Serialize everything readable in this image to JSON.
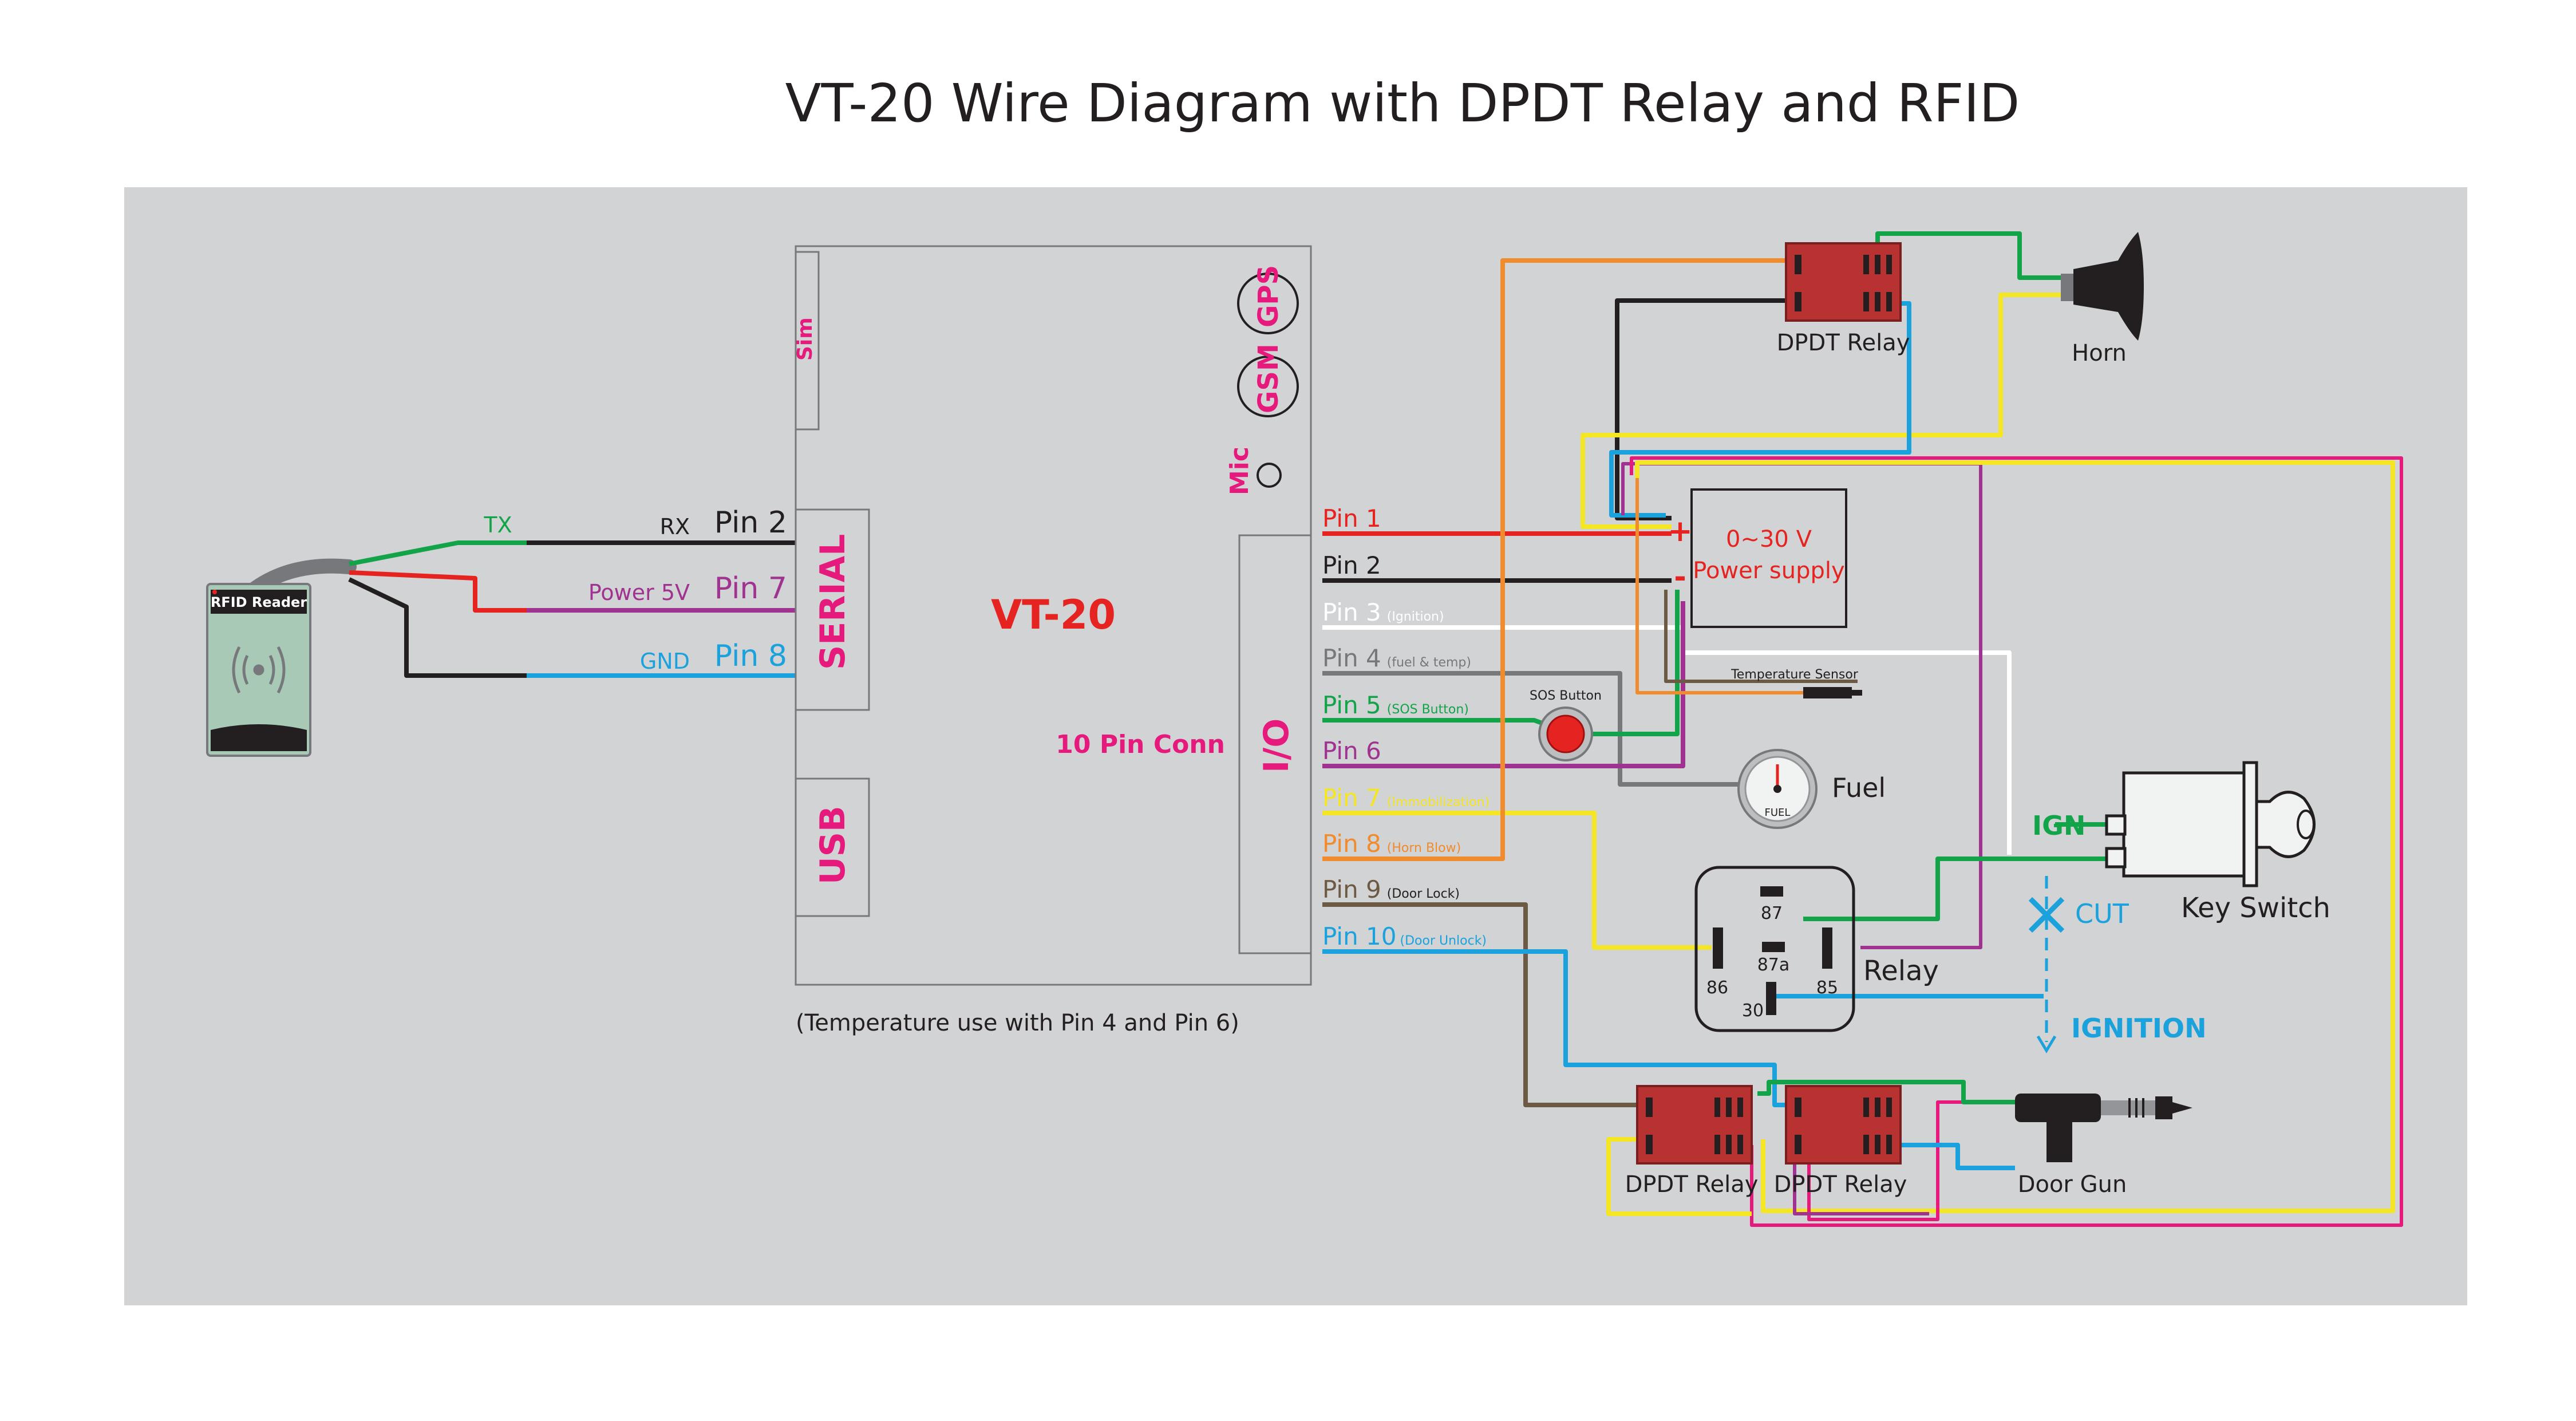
{
  "title": "VT-20 Wire Diagram with DPDT Relay and RFID",
  "colors": {
    "panel": "#d1d3d4",
    "accent": "#e6197d",
    "title_red": "#e52421",
    "black": "#231f20",
    "green": "#13a44a",
    "red": "#e52421",
    "purple": "#a0338f",
    "blue": "#1ba2dd",
    "yellow": "#f5e625",
    "orange": "#f08b2e",
    "gray": "#77787b",
    "brown": "#6d5a45",
    "white": "#ffffff",
    "relay_red": "#b83232",
    "relay_dark": "#7a1f1f"
  },
  "device": {
    "name": "VT-20",
    "sim": "Sim",
    "gps": "GPS",
    "gsm": "GSM",
    "mic": "Mic",
    "serial": "SERIAL",
    "usb": "USB",
    "io": "I/O",
    "conn": "10 Pin Conn",
    "note": "(Temperature use with Pin 4 and Pin 6)"
  },
  "rfid": {
    "label": "RFID Reader",
    "wires": [
      {
        "signal": "TX",
        "device_label": "RX",
        "pin": "Pin 2"
      },
      {
        "signal": "",
        "device_label": "Power 5V",
        "pin": "Pin 7"
      },
      {
        "signal": "",
        "device_label": "GND",
        "pin": "Pin 8"
      }
    ]
  },
  "io_pins": [
    {
      "pin": "Pin 1",
      "desc": ""
    },
    {
      "pin": "Pin 2",
      "desc": ""
    },
    {
      "pin": "Pin 3",
      "desc": "(Ignition)"
    },
    {
      "pin": "Pin 4",
      "desc": "(fuel & temp)"
    },
    {
      "pin": "Pin 5",
      "desc": "(SOS Button)"
    },
    {
      "pin": "Pin 6",
      "desc": ""
    },
    {
      "pin": "Pin 7",
      "desc": "(Immobilization)"
    },
    {
      "pin": "Pin 8",
      "desc": "(Horn Blow)"
    },
    {
      "pin": "Pin 9",
      "desc": "(Door Lock)"
    },
    {
      "pin": "Pin 10",
      "desc": "(Door Unlock)"
    }
  ],
  "components": {
    "power_supply": {
      "line1": "0~30 V",
      "line2": "Power supply",
      "plus": "+",
      "minus": "-"
    },
    "temp_sensor": "Temperature Sensor",
    "sos_button": "SOS Button",
    "fuel": "Fuel",
    "fuel_gauge_text": "FUEL",
    "relay": {
      "label": "Relay",
      "t87": "87",
      "t87a": "87a",
      "t86": "86",
      "t85": "85",
      "t30": "30"
    },
    "key_switch": "Key Switch",
    "ign": "IGN",
    "cut": "CUT",
    "ignition": "IGNITION",
    "horn": "Horn",
    "dpdt_horn": "DPDT Relay",
    "dpdt_door1": "DPDT Relay",
    "dpdt_door2": "DPDT Relay",
    "door_gun": "Door Gun"
  }
}
